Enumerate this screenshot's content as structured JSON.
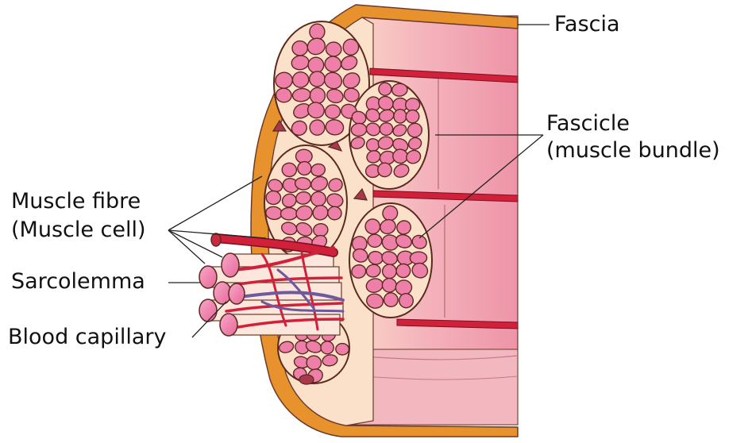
{
  "labels": {
    "fascia": "Fascia",
    "fascicle_line1": "Fascicle",
    "fascicle_line2": "(muscle bundle)",
    "muscle_fibre_line1": "Muscle fibre",
    "muscle_fibre_line2": "(Muscle cell)",
    "sarcolemma": "Sarcolemma",
    "blood_capillary": "Blood capillary"
  },
  "colors": {
    "fascia": "#E8922E",
    "fibre_fill": "#EE7FA8",
    "fibre_edge": "#5A2A1E",
    "tissue": "#FCE1CA",
    "bundle_pink": "#F2A6B6",
    "vessel": "#D0203A",
    "vein": "#6D5A9C"
  }
}
